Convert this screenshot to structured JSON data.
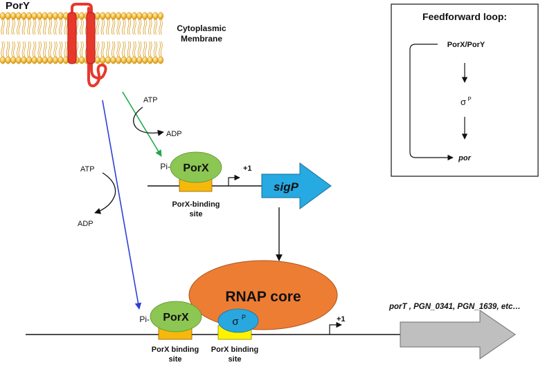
{
  "membrane": {
    "protein_label": "PorY",
    "membrane_label_line1": "Cytoplasmic",
    "membrane_label_line2": "Membrane"
  },
  "phosphorylation": {
    "upper_atp": "ATP",
    "upper_adp": "ADP",
    "left_atp": "ATP",
    "left_adp": "ADP"
  },
  "upper_operon": {
    "phosphate_label": "Pi-",
    "regulator_label": "PorX",
    "tss_label": "+1",
    "gene_label": "sigP",
    "site_label_line1": "PorX-binding",
    "site_label_line2": "site"
  },
  "lower_operon": {
    "phosphate_label": "Pi-",
    "regulator_label": "PorX",
    "polymerase_label": "RNAP core",
    "sigma_label": "σ",
    "sigma_superscript": "P",
    "tss_label": "+1",
    "genes_label": "porT , PGN_0341, PGN_1639, etc…",
    "site1_label_line1": "PorX binding",
    "site1_label_line2": "site",
    "site2_label_line1": "PorX binding",
    "site2_label_line2": "site"
  },
  "feedforward": {
    "title": "Feedforward loop:",
    "top_node": "PorX/PorY",
    "middle_node": "σ",
    "middle_superscript": "P",
    "bottom_node": "por"
  },
  "colors": {
    "porY": "#e8382c",
    "membrane_head": "#f2b836",
    "porX": "#8cc653",
    "binding_site": "#f7b80c",
    "binding_site_yellow": "#fff200",
    "sigP_arrow": "#27a9e1",
    "rnap": "#ee7d34",
    "sigma": "#29a7df",
    "target_arrow": "#bfbfbf",
    "green_arrow": "#22a84a",
    "blue_arrow": "#2d3fd6"
  }
}
